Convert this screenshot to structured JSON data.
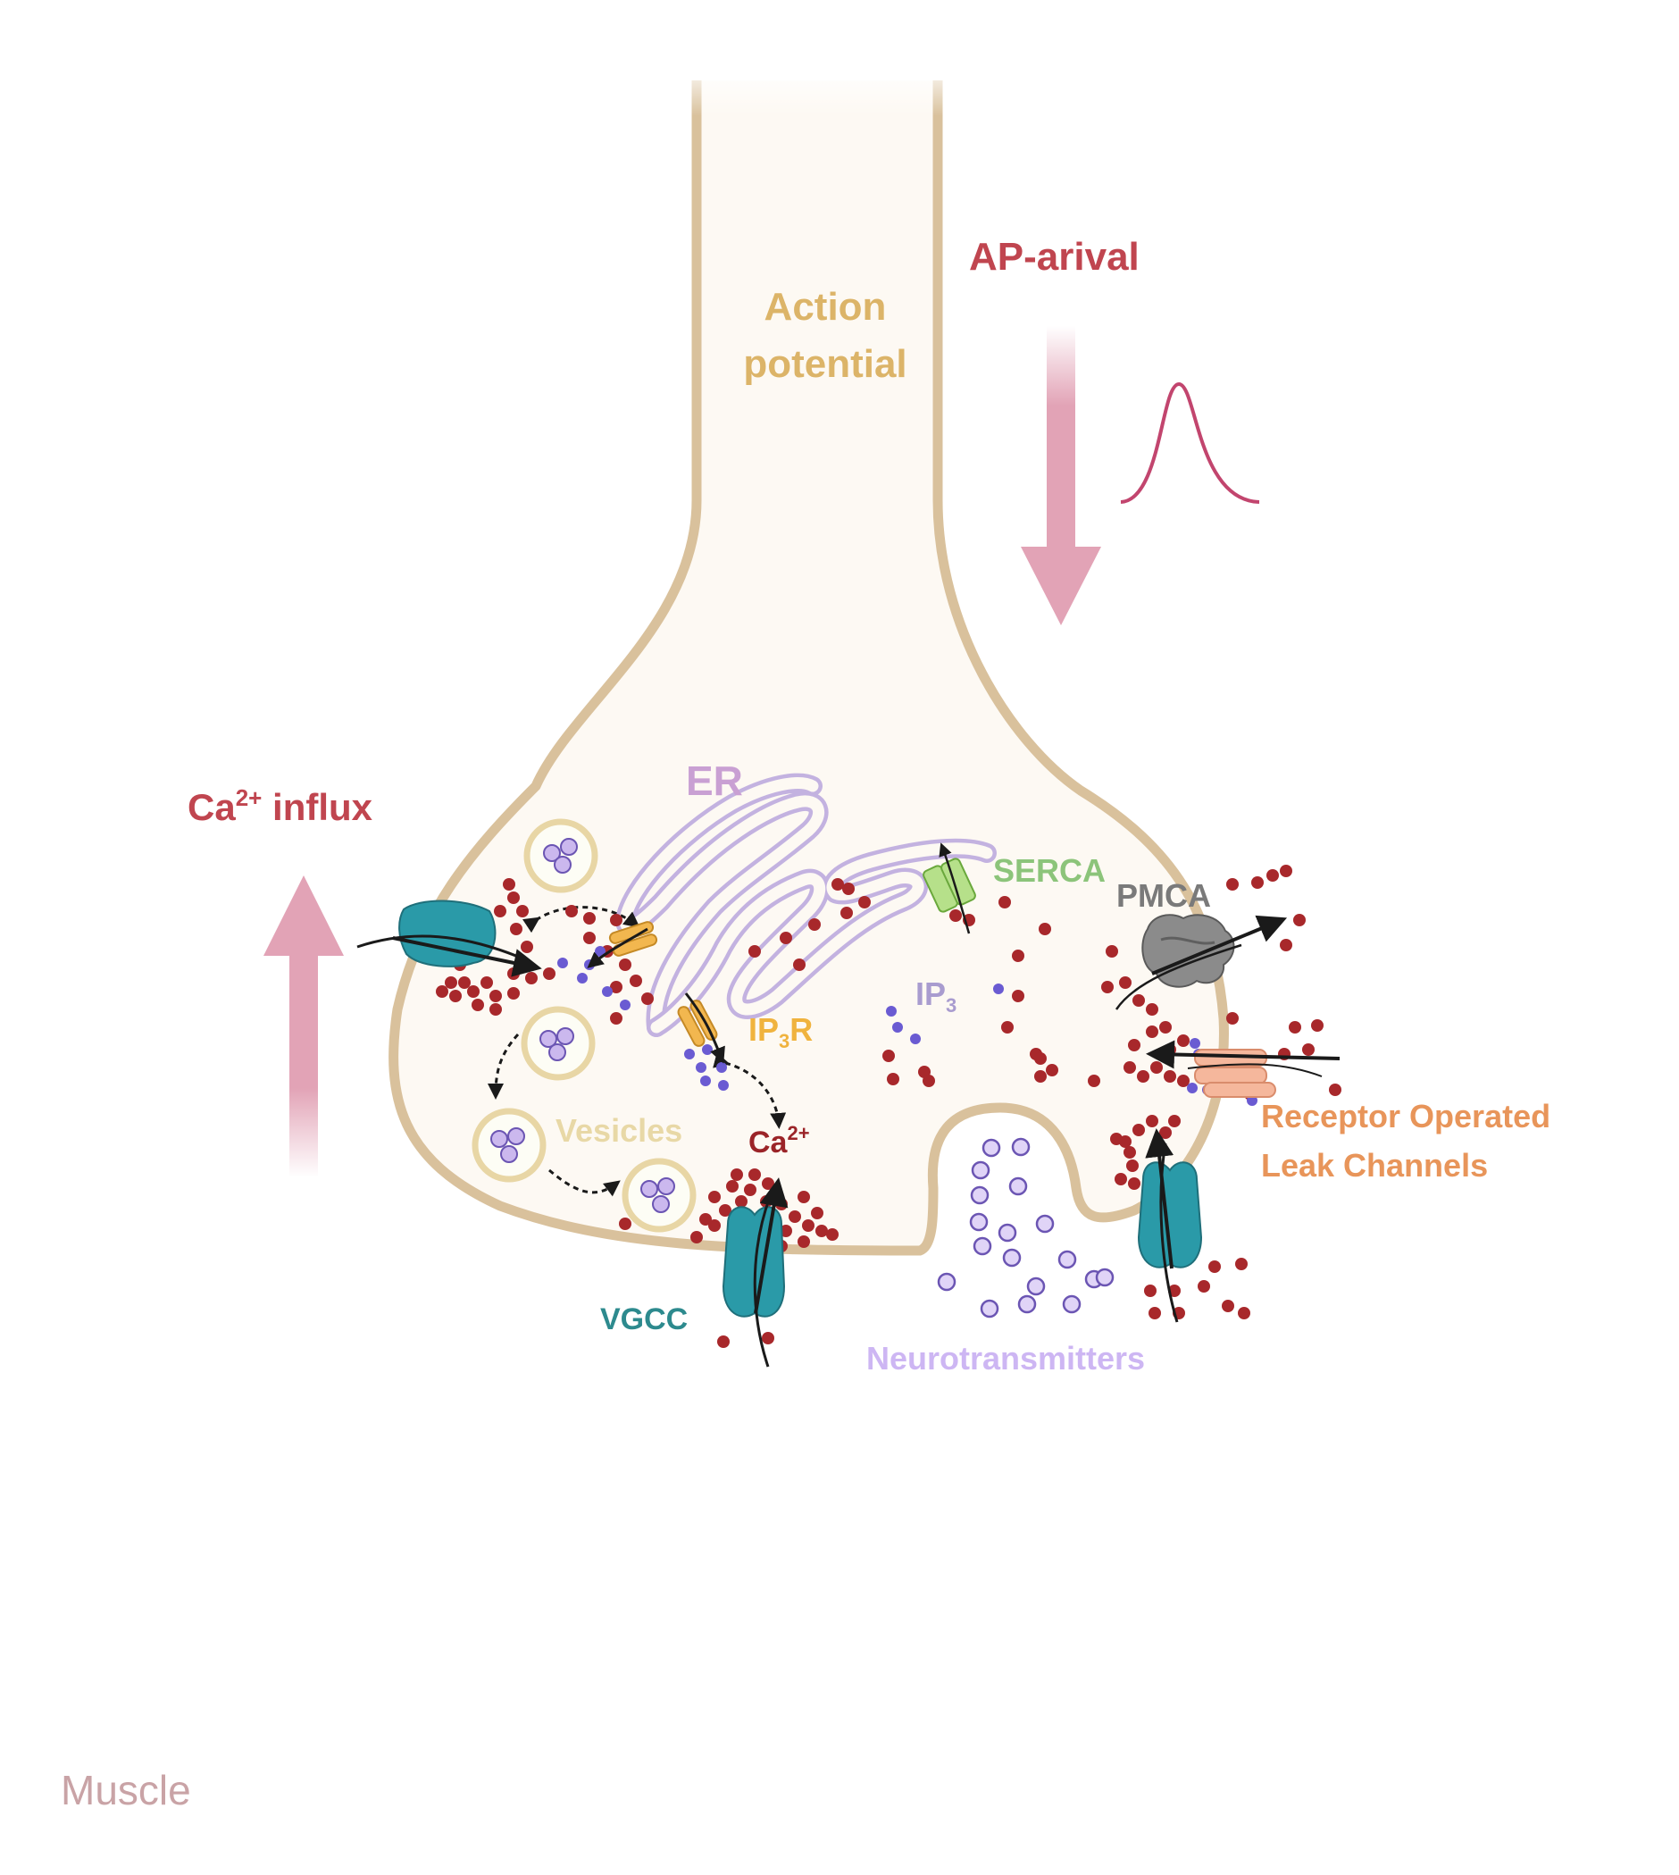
{
  "labels": {
    "ap_arrival": "AP-arival",
    "action_potential_line1": "Action",
    "action_potential_line2": "potential",
    "er": "ER",
    "serca": "SERCA",
    "pmca": "PMCA",
    "ca_influx_base": "Ca",
    "ca_influx_sup": "2+",
    "ca_influx_rest": " influx",
    "ip3_base": "IP",
    "ip3_sub": "3",
    "ip3r_base": "IP",
    "ip3r_sub": "3",
    "ip3r_rest": "R",
    "vesicles": "Vesicles",
    "ca_base": "Ca",
    "ca_sup": "2+",
    "rolc_line1": "Receptor Operated",
    "rolc_line2": "Leak Channels",
    "vgcc": "VGCC",
    "neurotransmitters": "Neurotransmitters",
    "muscle": "Muscle"
  },
  "colors": {
    "membrane": "#d9c19c",
    "cytoplasm": "#fdf9f3",
    "ap_text": "#c0454f",
    "action_potential_text": "#dcb468",
    "arrow_pink": "#e2a3b6",
    "ap_wave": "#c2456e",
    "er": "#c3b2e0",
    "er_text": "#c9a0d3",
    "serca": "#8ec868",
    "serca_text": "#8cc47a",
    "pmca": "#808080",
    "pmca_text": "#7a7a7a",
    "ca_dot": "#a8282b",
    "ip3_dot": "#6a5bd2",
    "ip3_text": "#a99ccf",
    "ip3r": "#f2b74f",
    "ip3r_text": "#f0b33e",
    "vesicle_ring": "#e8d6a5",
    "vesicle_text": "#e8d8a6",
    "vesicle_content": "#cbb8ee",
    "ca_text": "#9b2428",
    "channel": "#2a9aa8",
    "vgcc_text": "#2d8a8e",
    "rolc": "#f5b79c",
    "rolc_text": "#e8955a",
    "neuro_text": "#cdb6f3",
    "muscle_text": "#c9a3a6"
  }
}
